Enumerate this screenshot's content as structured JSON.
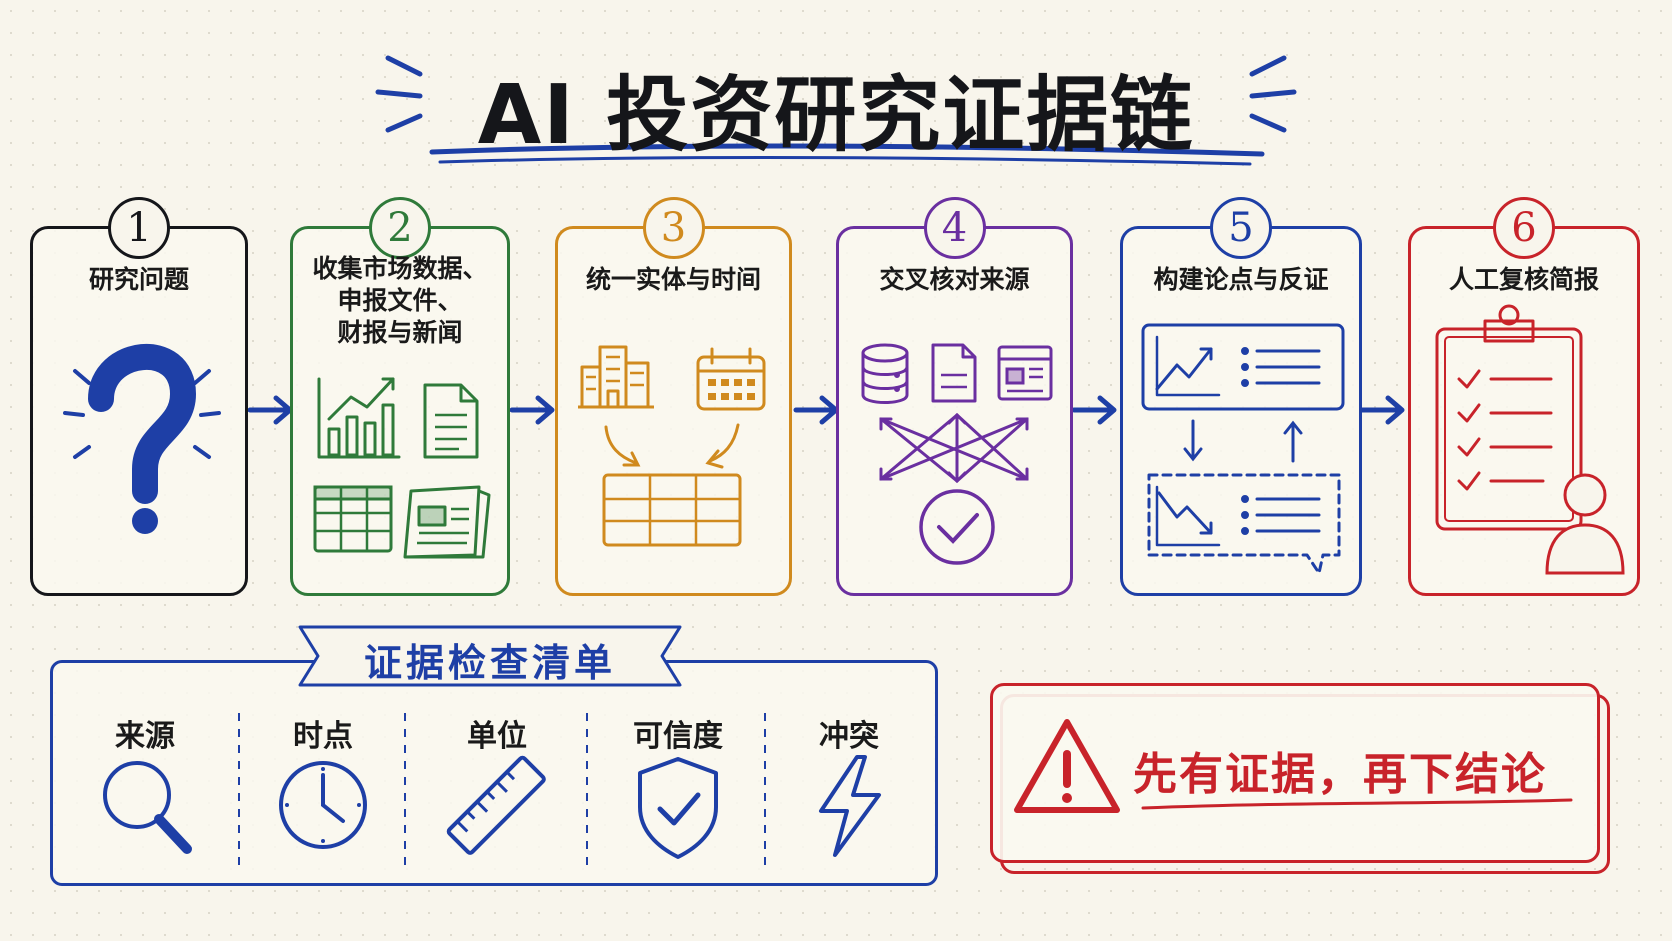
{
  "title": "AI 投资研究证据链",
  "steps": [
    {
      "num": "1",
      "label": "研究问题",
      "color": "#15161a"
    },
    {
      "num": "2",
      "label": "收集市场数据、\n申报文件、\n财报与新闻",
      "color": "#2f7a3a"
    },
    {
      "num": "3",
      "label": "统一实体与时间",
      "color": "#d08a1e"
    },
    {
      "num": "4",
      "label": "交叉核对来源",
      "color": "#6a2fa0"
    },
    {
      "num": "5",
      "label": "构建论点与反证",
      "color": "#1e3fa6"
    },
    {
      "num": "6",
      "label": "人工复核简报",
      "color": "#c8232a"
    }
  ],
  "checklist": {
    "title": "证据检查清单",
    "items": [
      "来源",
      "时点",
      "单位",
      "可信度",
      "冲突"
    ]
  },
  "warning": {
    "text": "先有证据，再下结论"
  },
  "colors": {
    "black": "#15161a",
    "green": "#2f7a3a",
    "orange": "#d08a1e",
    "purple": "#6a2fa0",
    "blue": "#1e3fa6",
    "red": "#c8232a"
  }
}
